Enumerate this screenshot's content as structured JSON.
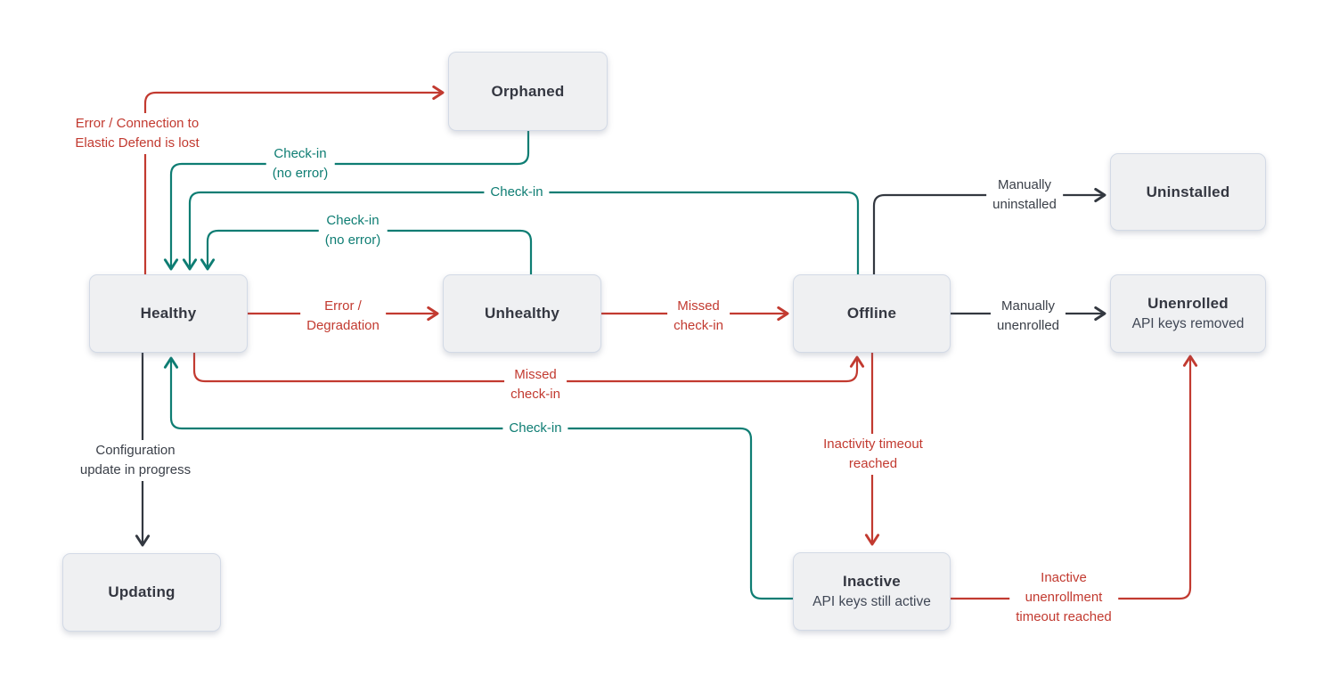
{
  "colors": {
    "teal": "#0e7d73",
    "red": "#c23a30",
    "dark": "#333840",
    "node-fill": "#eff0f2",
    "node-border": "#d3dae6"
  },
  "nodes": [
    {
      "id": "orphaned",
      "label": "Orphaned"
    },
    {
      "id": "healthy",
      "label": "Healthy"
    },
    {
      "id": "unhealthy",
      "label": "Unhealthy"
    },
    {
      "id": "offline",
      "label": "Offline"
    },
    {
      "id": "uninstalled",
      "label": "Uninstalled"
    },
    {
      "id": "unenrolled",
      "label": "Unenrolled",
      "sublabel": "API keys removed"
    },
    {
      "id": "updating",
      "label": "Updating"
    },
    {
      "id": "inactive",
      "label": "Inactive",
      "sublabel": "API keys still active"
    }
  ],
  "edges": [
    {
      "from": "Healthy",
      "to": "Orphaned",
      "color": "red",
      "label": "Error / Connection to\nElastic Defend is lost"
    },
    {
      "from": "Orphaned",
      "to": "Healthy",
      "color": "teal",
      "label": "Check-in\n(no error)"
    },
    {
      "from": "Offline",
      "to": "Healthy",
      "color": "teal",
      "label": "Check-in"
    },
    {
      "from": "Unhealthy",
      "to": "Healthy",
      "color": "teal",
      "label": "Check-in\n(no error)"
    },
    {
      "from": "Healthy",
      "to": "Unhealthy",
      "color": "red",
      "label": "Error /\nDegradation"
    },
    {
      "from": "Unhealthy",
      "to": "Offline",
      "color": "red",
      "label": "Missed\ncheck-in"
    },
    {
      "from": "Healthy",
      "to": "Offline",
      "color": "red",
      "label": "Missed\ncheck-in"
    },
    {
      "from": "Inactive",
      "to": "Healthy",
      "color": "teal",
      "label": "Check-in"
    },
    {
      "from": "Healthy",
      "to": "Updating",
      "color": "dark",
      "label": "Configuration\nupdate in progress"
    },
    {
      "from": "Offline",
      "to": "Uninstalled",
      "color": "dark",
      "label": "Manually\nuninstalled"
    },
    {
      "from": "Offline",
      "to": "Unenrolled",
      "color": "dark",
      "label": "Manually\nunenrolled"
    },
    {
      "from": "Offline",
      "to": "Inactive",
      "color": "red",
      "label": "Inactivity timeout\nreached"
    },
    {
      "from": "Inactive",
      "to": "Unenrolled",
      "color": "red",
      "label": "Inactive\nunenrollment\ntimeout reached"
    }
  ]
}
